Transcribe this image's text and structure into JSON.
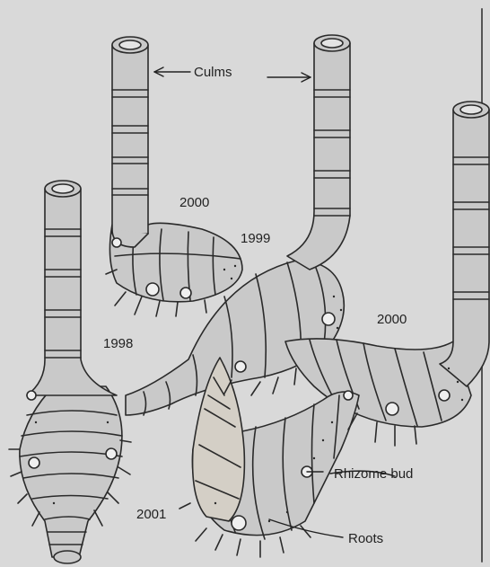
{
  "labels": {
    "culms": "Culms",
    "rhizome_bud": "Rhizome bud",
    "roots": "Roots"
  },
  "years": {
    "culm_a": "2000",
    "culm_b": "1999",
    "culm_c": "2000",
    "culm_d": "1998",
    "shoot": "2001"
  },
  "colors": {
    "background": "#d9d9d9",
    "ink": "#2a2a2a",
    "fill": "#c9c9c9"
  }
}
